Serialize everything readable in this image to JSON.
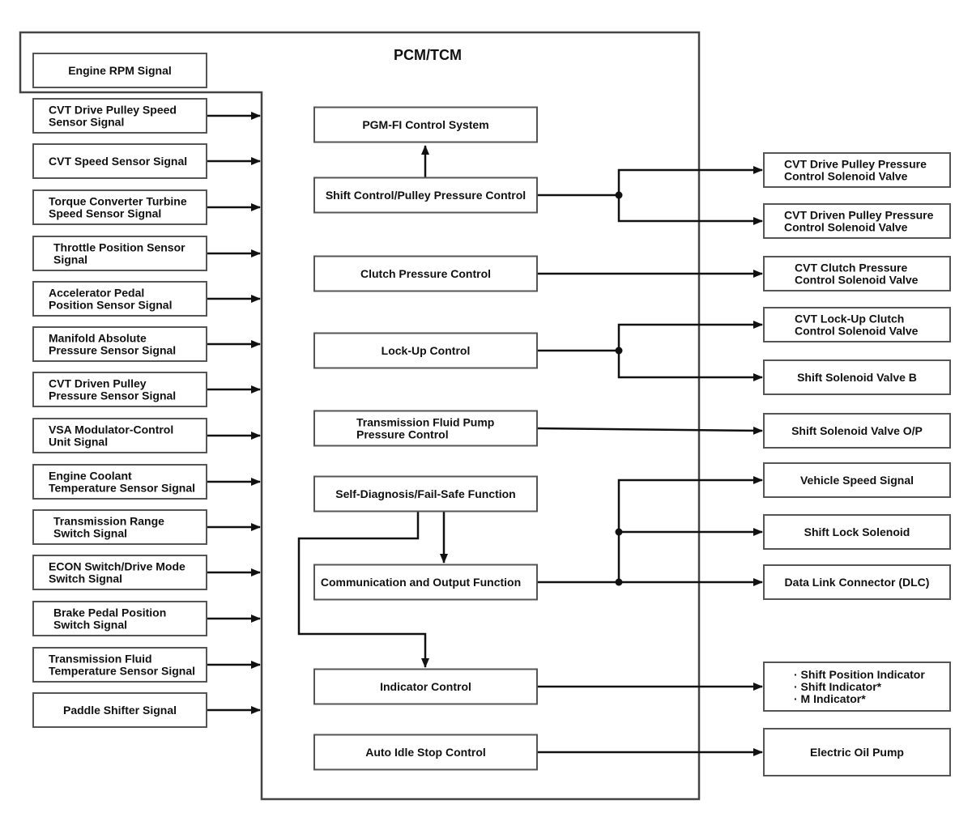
{
  "title": "PCM/TCM",
  "inputs": [
    [
      "Engine RPM Signal"
    ],
    [
      "CVT Drive Pulley Speed",
      "Sensor Signal"
    ],
    [
      "CVT Speed Sensor Signal"
    ],
    [
      "Torque Converter Turbine",
      "Speed Sensor Signal"
    ],
    [
      "Throttle Position Sensor",
      "Signal"
    ],
    [
      "Accelerator Pedal",
      "Position Sensor Signal"
    ],
    [
      "Manifold Absolute",
      "Pressure Sensor Signal"
    ],
    [
      "CVT Driven Pulley",
      "Pressure Sensor Signal"
    ],
    [
      "VSA Modulator-Control",
      "Unit Signal"
    ],
    [
      "Engine Coolant",
      "Temperature Sensor Signal"
    ],
    [
      "Transmission Range",
      "Switch Signal"
    ],
    [
      "ECON Switch/Drive Mode",
      "Switch Signal"
    ],
    [
      "Brake Pedal Position",
      "Switch Signal"
    ],
    [
      "Transmission Fluid",
      "Temperature Sensor Signal"
    ],
    [
      "Paddle Shifter Signal"
    ]
  ],
  "functions": [
    [
      "PGM-FI Control System"
    ],
    [
      "Shift Control/Pulley Pressure Control"
    ],
    [
      "Clutch Pressure Control"
    ],
    [
      "Lock-Up Control"
    ],
    [
      "Transmission Fluid Pump",
      "Pressure Control"
    ],
    [
      "Self-Diagnosis/Fail-Safe Function"
    ],
    [
      "Communication and Output Function"
    ],
    [
      "Indicator Control"
    ],
    [
      "Auto Idle Stop Control"
    ]
  ],
  "outputs": [
    [
      "CVT Drive Pulley Pressure",
      "Control Solenoid Valve"
    ],
    [
      "CVT Driven Pulley Pressure",
      "Control Solenoid Valve"
    ],
    [
      "CVT Clutch Pressure",
      "Control Solenoid Valve"
    ],
    [
      "CVT Lock-Up Clutch",
      "Control Solenoid Valve"
    ],
    [
      "Shift Solenoid Valve B"
    ],
    [
      "Shift Solenoid Valve O/P"
    ],
    [
      "Vehicle Speed Signal"
    ],
    [
      "Shift Lock Solenoid"
    ],
    [
      "Data Link Connector (DLC)"
    ],
    [
      "· Shift Position Indicator",
      "· Shift Indicator*",
      "· M Indicator*"
    ],
    [
      "Electric Oil Pump"
    ]
  ]
}
